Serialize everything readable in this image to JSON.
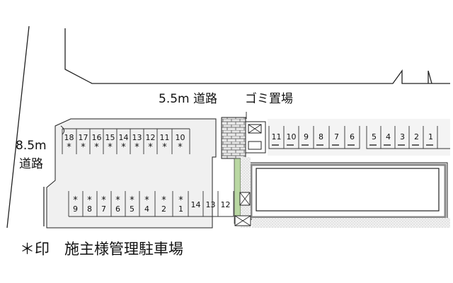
{
  "labels": {
    "road_top": "5.5m 道路",
    "road_left_width": "8.5m",
    "road_left_word": "道路",
    "garbage": "ゴミ置場",
    "legend": "＊印　施主様管理駐車場"
  },
  "parking": {
    "top_left_row": [
      {
        "num": "18",
        "mark": "*"
      },
      {
        "num": "17",
        "mark": "*"
      },
      {
        "num": "16",
        "mark": "*"
      },
      {
        "num": "15",
        "mark": "*"
      },
      {
        "num": "14",
        "mark": "*"
      },
      {
        "num": "13",
        "mark": "*"
      },
      {
        "num": "12",
        "mark": "*"
      },
      {
        "num": "11",
        "mark": "*"
      },
      {
        "num": "10",
        "mark": "*"
      }
    ],
    "bottom_left_row": [
      {
        "num": "9",
        "mark": "*"
      },
      {
        "num": "8",
        "mark": "*"
      },
      {
        "num": "7",
        "mark": "*"
      },
      {
        "num": "6",
        "mark": "*"
      },
      {
        "num": "5",
        "mark": "*"
      },
      {
        "num": "4",
        "mark": "*"
      },
      {
        "num": "2",
        "mark": "*"
      },
      {
        "num": "1",
        "mark": "*"
      },
      {
        "num": "14",
        "mark": ""
      },
      {
        "num": "13",
        "mark": ""
      },
      {
        "num": "12",
        "mark": ""
      }
    ],
    "top_right_row": [
      "11",
      "10",
      "9",
      "8",
      "7",
      "6"
    ],
    "far_right_row": [
      "5",
      "4",
      "3",
      "2",
      "1"
    ]
  }
}
